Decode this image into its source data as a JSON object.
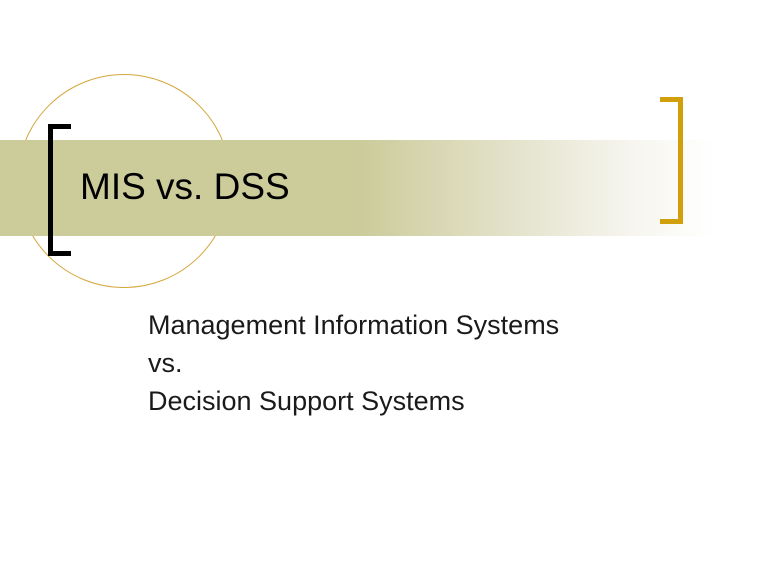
{
  "slide": {
    "title": "MIS vs. DSS",
    "subtitle_lines": [
      "Management Information Systems",
      "vs.",
      "Decision Support Systems"
    ]
  },
  "colors": {
    "band_start": "#CCCB9A",
    "left_bracket": "#000000",
    "right_bracket": "#D09F0A",
    "circle_outline": "#D4A63A"
  }
}
